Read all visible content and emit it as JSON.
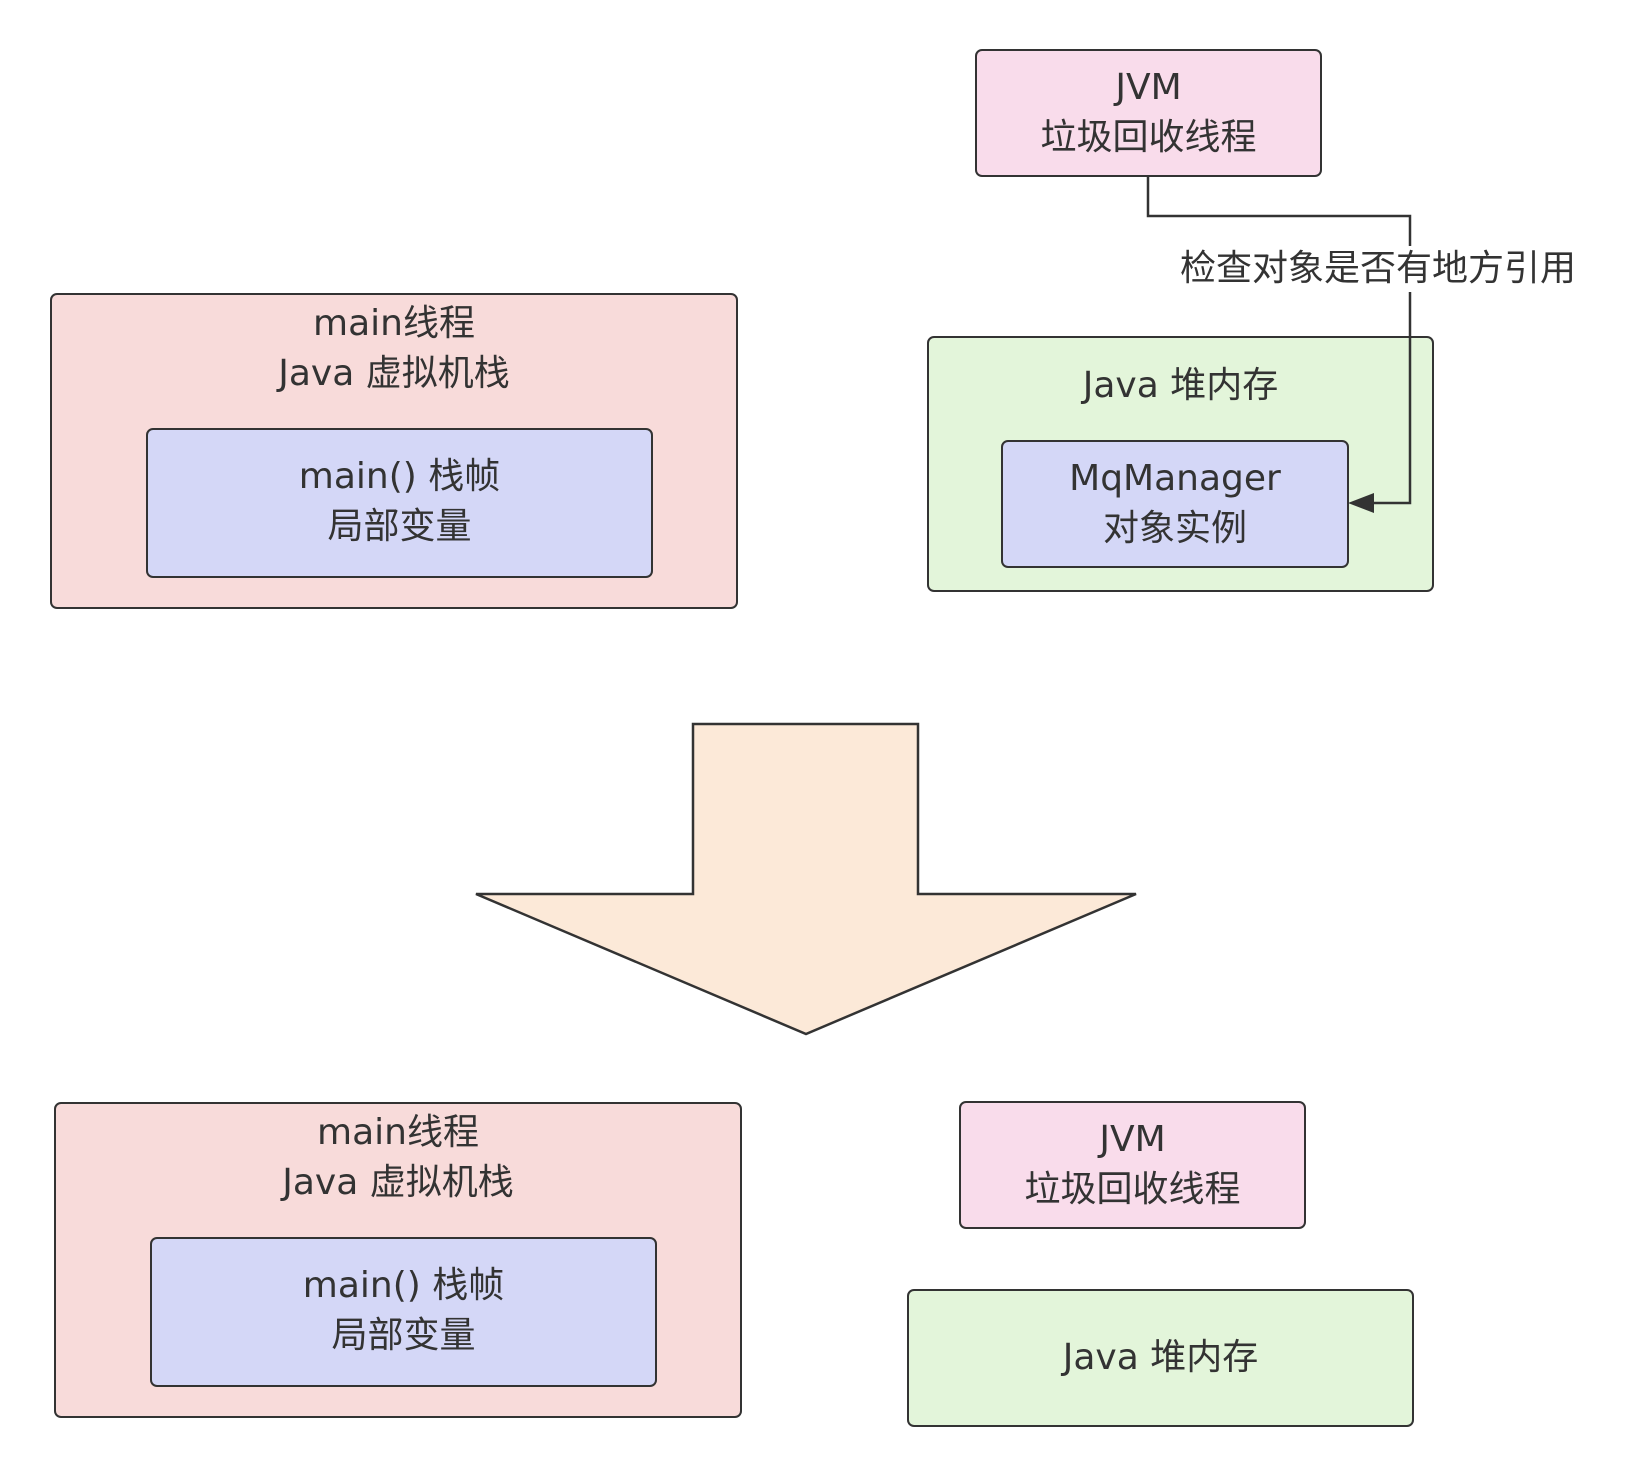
{
  "colors": {
    "stroke": "#333333",
    "jvm_fill": "#f9dceb",
    "thread_fill": "#f8dbda",
    "frame_fill": "#d4d7f7",
    "heap_fill": "#e3f5da",
    "transition_arrow_fill": "#fce9d8"
  },
  "before": {
    "main_thread": {
      "title_line1": "main线程",
      "title_line2": "Java 虚拟机栈",
      "frame_line1": "main() 栈帧",
      "frame_line2": "局部变量"
    },
    "gc_thread": {
      "line1": "JVM",
      "line2": "垃圾回收线程"
    },
    "heap": {
      "title": "Java 堆内存",
      "object_line1": "MqManager",
      "object_line2": "对象实例"
    },
    "edge_label": "检查对象是否有地方引用"
  },
  "after": {
    "main_thread": {
      "title_line1": "main线程",
      "title_line2": "Java 虚拟机栈",
      "frame_line1": "main() 栈帧",
      "frame_line2": "局部变量"
    },
    "gc_thread": {
      "line1": "JVM",
      "line2": "垃圾回收线程"
    },
    "heap": {
      "title": "Java 堆内存"
    }
  }
}
